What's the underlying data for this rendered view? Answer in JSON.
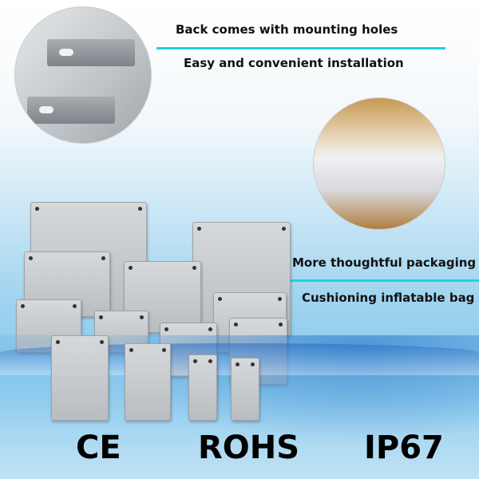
{
  "captions": {
    "mounting": "Back comes with mounting holes",
    "installation": "Easy and convenient installation",
    "packaging": "More thoughtful packaging",
    "cushioning": "Cushioning inflatable bag"
  },
  "certifications": [
    "CE",
    "ROHS",
    "IP67"
  ],
  "colors": {
    "accent_line": "#18d3e8"
  }
}
